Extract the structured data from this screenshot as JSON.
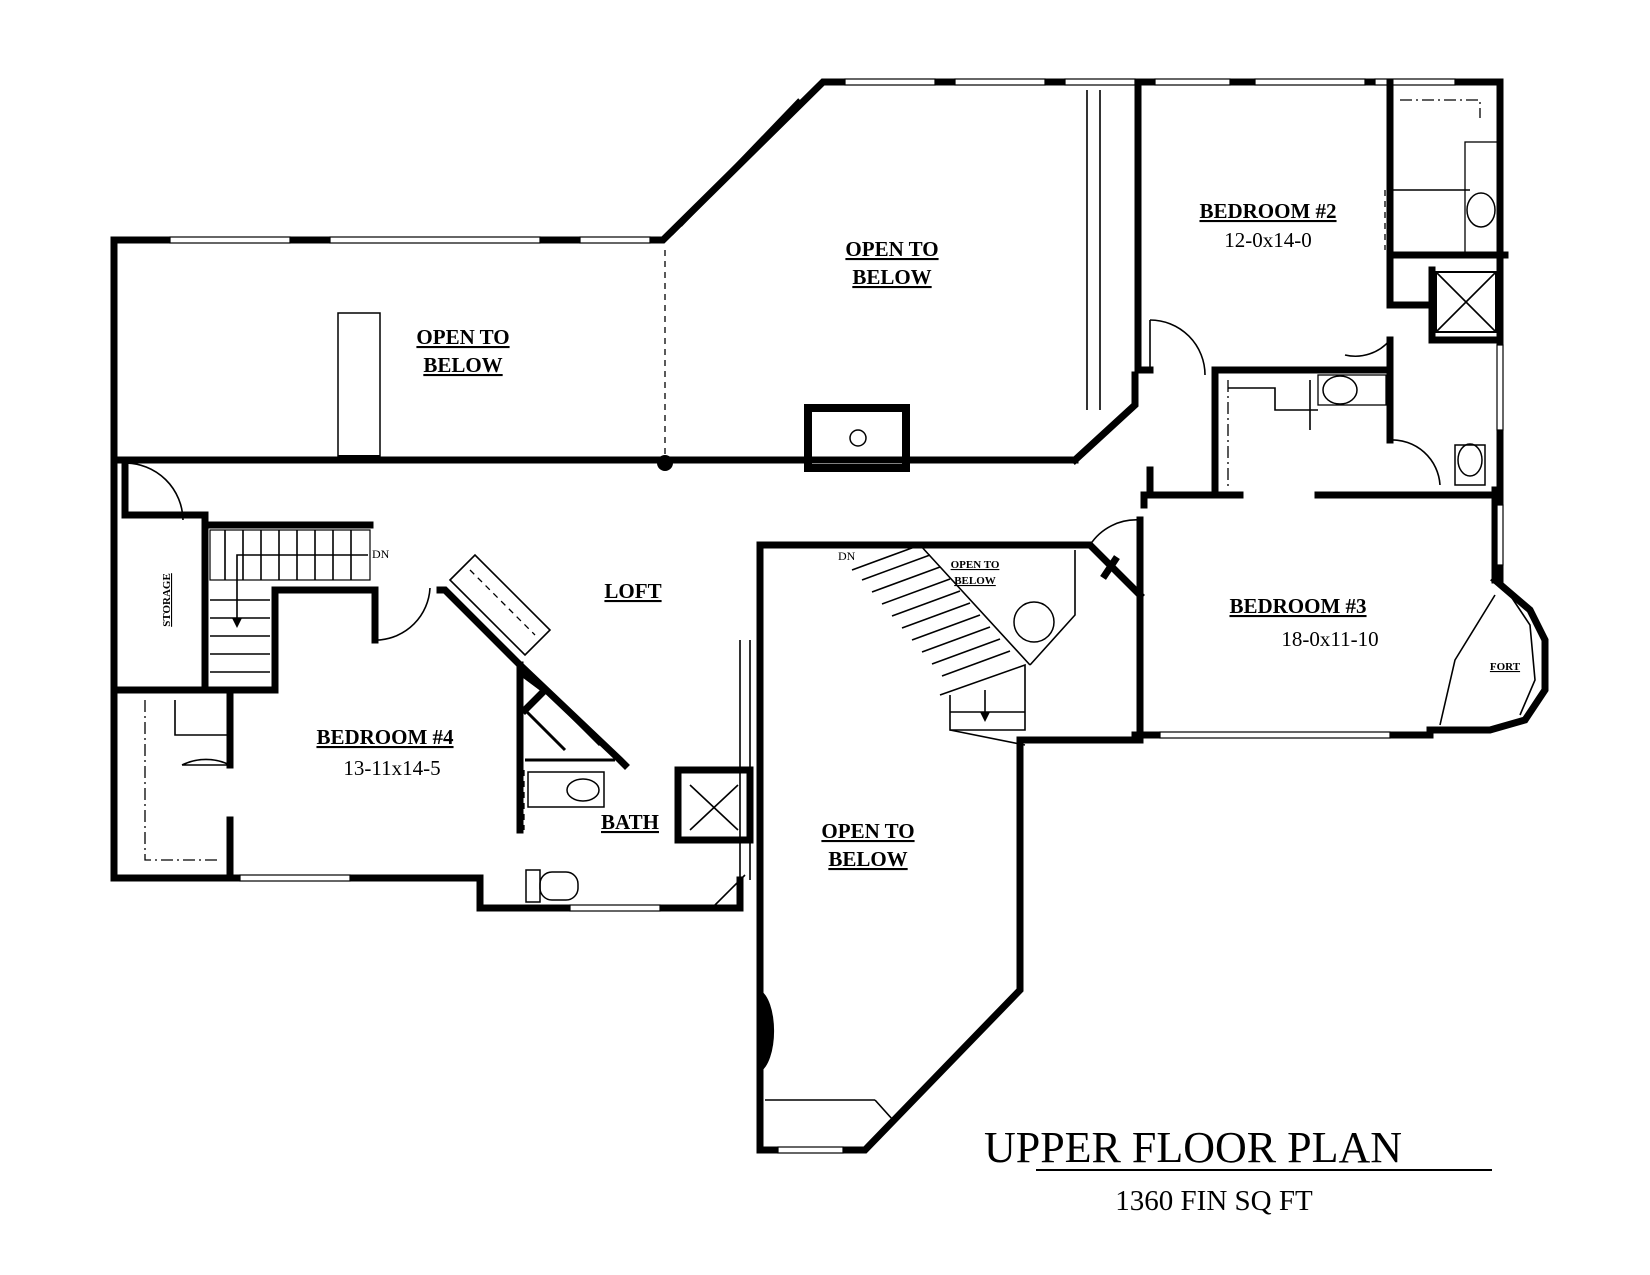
{
  "title": "UPPER FLOOR PLAN",
  "subtitle": "1360 FIN SQ FT",
  "rooms": {
    "open_below_1": [
      "OPEN TO",
      "BELOW"
    ],
    "open_below_2": [
      "OPEN TO",
      "BELOW"
    ],
    "open_below_3": [
      "OPEN TO",
      "BELOW"
    ],
    "open_below_small": [
      "OPEN TO",
      "BELOW"
    ],
    "bedroom2": {
      "name": "BEDROOM #2",
      "size": "12-0x14-0"
    },
    "bedroom3": {
      "name": "BEDROOM #3",
      "size": "18-0x11-10"
    },
    "bedroom4": {
      "name": "BEDROOM #4",
      "size": "13-11x14-5"
    },
    "loft": "LOFT",
    "bath": "BATH",
    "storage": "STORAGE",
    "fort": "FORT",
    "stair_dn_1": "DN",
    "stair_dn_2": "DN"
  }
}
